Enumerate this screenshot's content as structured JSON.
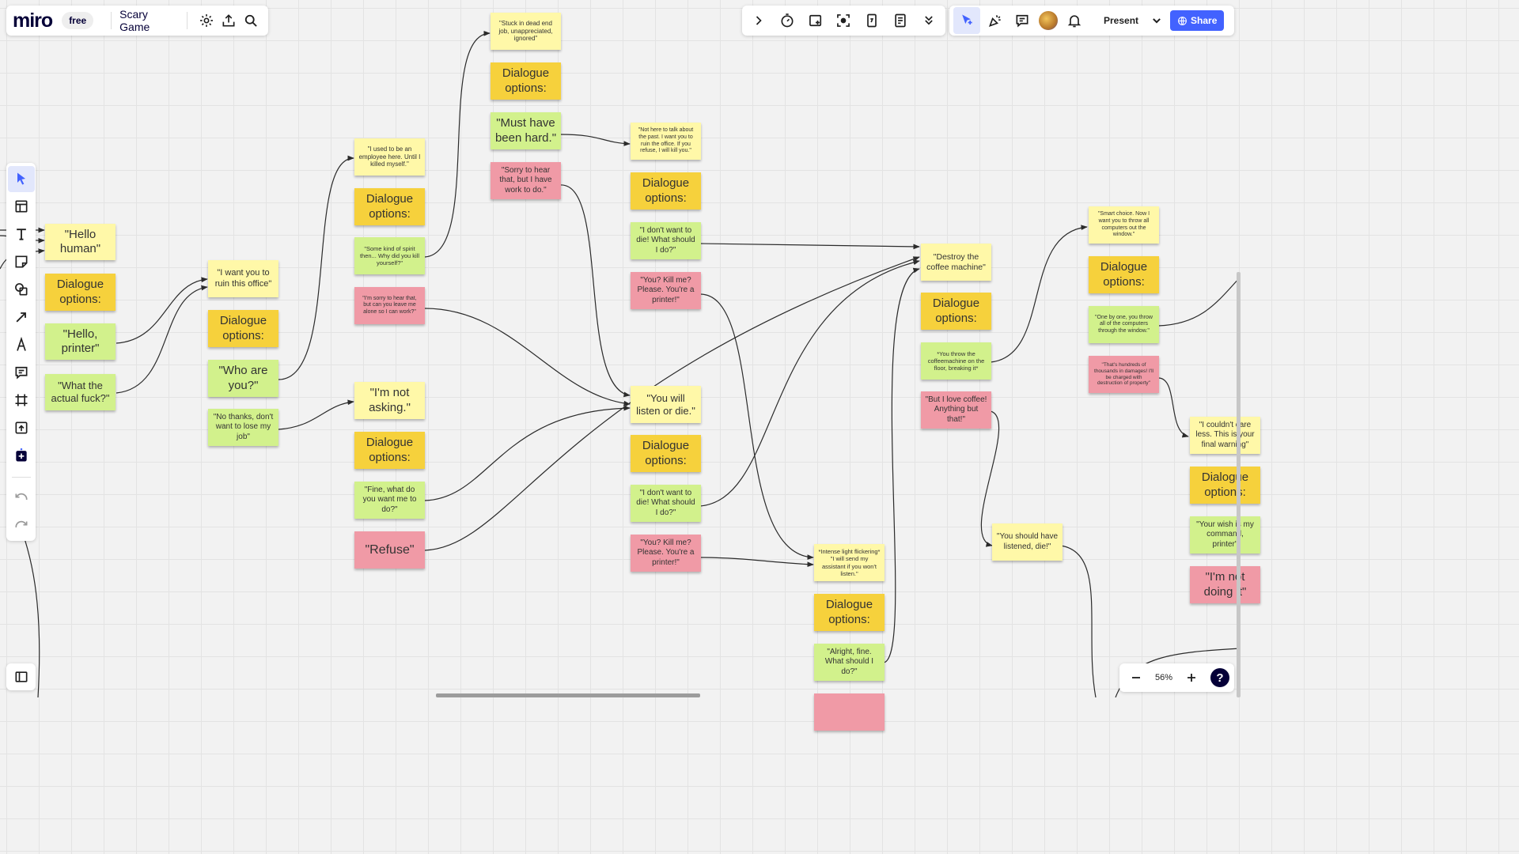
{
  "app": {
    "logo": "miro",
    "plan_badge": "free",
    "board_name": "Scary Game"
  },
  "topbar": {
    "present_label": "Present",
    "share_label": "Share"
  },
  "zoom": {
    "level": "56%"
  },
  "help_label": "?",
  "colors": {
    "accent": "#4262ff",
    "note_light_yellow": "#fff8a8",
    "note_dark_yellow": "#f6d13c",
    "note_green": "#d2f18c",
    "note_red": "#f09aa6",
    "connector": "#2b2b2b"
  },
  "notes": [
    {
      "id": "hello-human",
      "kind": "y",
      "text": "\"Hello human\""
    },
    {
      "id": "dlg-1",
      "kind": "d",
      "text": "Dialogue options:"
    },
    {
      "id": "hello-printer",
      "kind": "g",
      "text": "\"Hello, printer\""
    },
    {
      "id": "what-the",
      "kind": "g",
      "text": "\"What the actual fuck?\""
    },
    {
      "id": "ruin-office",
      "kind": "y",
      "text": "\"I want you to ruin this office\""
    },
    {
      "id": "dlg-2",
      "kind": "d",
      "text": "Dialogue options:"
    },
    {
      "id": "who-are-you",
      "kind": "g",
      "text": "\"Who are you?\""
    },
    {
      "id": "no-thanks",
      "kind": "g",
      "text": "\"No thanks, don't want to lose my job\""
    },
    {
      "id": "used-to-be",
      "kind": "y",
      "text": "\"I used to be an employee here. Until I killed myself.\""
    },
    {
      "id": "dlg-3",
      "kind": "d",
      "text": "Dialogue options:"
    },
    {
      "id": "some-spirit",
      "kind": "g",
      "text": "\"Some kind of spirit then... Why did you kill yourself?\""
    },
    {
      "id": "sorry-leave",
      "kind": "r",
      "text": "\"I'm sorry to hear that, but can you leave me alone so I can work?\""
    },
    {
      "id": "not-asking",
      "kind": "y",
      "text": "\"I'm not asking.\""
    },
    {
      "id": "dlg-4",
      "kind": "d",
      "text": "Dialogue options:"
    },
    {
      "id": "fine-what",
      "kind": "g",
      "text": "\"Fine, what do you want me to do?\""
    },
    {
      "id": "refuse",
      "kind": "r",
      "text": "\"Refuse\""
    },
    {
      "id": "stuck-dead-end",
      "kind": "y",
      "text": "\"Stuck in dead end job, unappreciated, ignored\""
    },
    {
      "id": "dlg-5",
      "kind": "d",
      "text": "Dialogue options:"
    },
    {
      "id": "must-have",
      "kind": "g",
      "text": "\"Must have been hard.\""
    },
    {
      "id": "sorry-work",
      "kind": "r",
      "text": "\"Sorry to hear that, but I have work to do.\""
    },
    {
      "id": "not-here-past",
      "kind": "y",
      "text": "\"Not here to talk about the past. I want you to ruin the office. If you refuse, I will kill you.\""
    },
    {
      "id": "dlg-6",
      "kind": "d",
      "text": "Dialogue options:"
    },
    {
      "id": "dont-want-die-1",
      "kind": "g",
      "text": "\"I don't want to die! What should I do?\""
    },
    {
      "id": "kill-me-1",
      "kind": "r",
      "text": "\"You? Kill me? Please. You're a printer!\""
    },
    {
      "id": "listen-or-die",
      "kind": "y",
      "text": "\"You will listen or die.\""
    },
    {
      "id": "dlg-7",
      "kind": "d",
      "text": "Dialogue options:"
    },
    {
      "id": "dont-want-die-2",
      "kind": "g",
      "text": "\"I don't want to die! What should I do?\""
    },
    {
      "id": "kill-me-2",
      "kind": "r",
      "text": "\"You? Kill me? Please. You're a printer!\""
    },
    {
      "id": "light-flicker",
      "kind": "y",
      "text": "*Intense light flickering* \"I will send my assistant if you won't listen.\""
    },
    {
      "id": "dlg-8",
      "kind": "d",
      "text": "Dialogue options:"
    },
    {
      "id": "alright-fine",
      "kind": "g",
      "text": "\"Alright, fine. What should I do?\""
    },
    {
      "id": "destroy-coffee",
      "kind": "y",
      "text": "\"Destroy the coffee machine\""
    },
    {
      "id": "dlg-9",
      "kind": "d",
      "text": "Dialogue options:"
    },
    {
      "id": "throw-coffee",
      "kind": "g",
      "text": "*You throw the coffeemachine on the floor, breaking it*"
    },
    {
      "id": "love-coffee",
      "kind": "r",
      "text": "\"But I love coffee! Anything but that!\""
    },
    {
      "id": "should-listened",
      "kind": "y",
      "text": "\"You should have listened, die!\""
    },
    {
      "id": "smart-choice",
      "kind": "y",
      "text": "\"Smart choice. Now I want you to throw all computers out the window.\""
    },
    {
      "id": "dlg-10",
      "kind": "d",
      "text": "Dialogue options:"
    },
    {
      "id": "one-by-one",
      "kind": "g",
      "text": "\"One by one, you throw all of the computers through the window.\""
    },
    {
      "id": "hundreds-thousands",
      "kind": "r",
      "text": "\"That's hundreds of thousands in damages! I'll be charged with destruction of property\""
    },
    {
      "id": "couldnt-care",
      "kind": "y",
      "text": "\"I couldn't care less. This is your final warning\""
    },
    {
      "id": "dlg-11",
      "kind": "d",
      "text": "Dialogue options:"
    },
    {
      "id": "your-wish",
      "kind": "g",
      "text": "\"Your wish is my command, printer\""
    },
    {
      "id": "not-doing",
      "kind": "r",
      "text": "\"I'm not doing it\""
    },
    {
      "id": "partial-bottom",
      "kind": "r",
      "text": ""
    }
  ]
}
